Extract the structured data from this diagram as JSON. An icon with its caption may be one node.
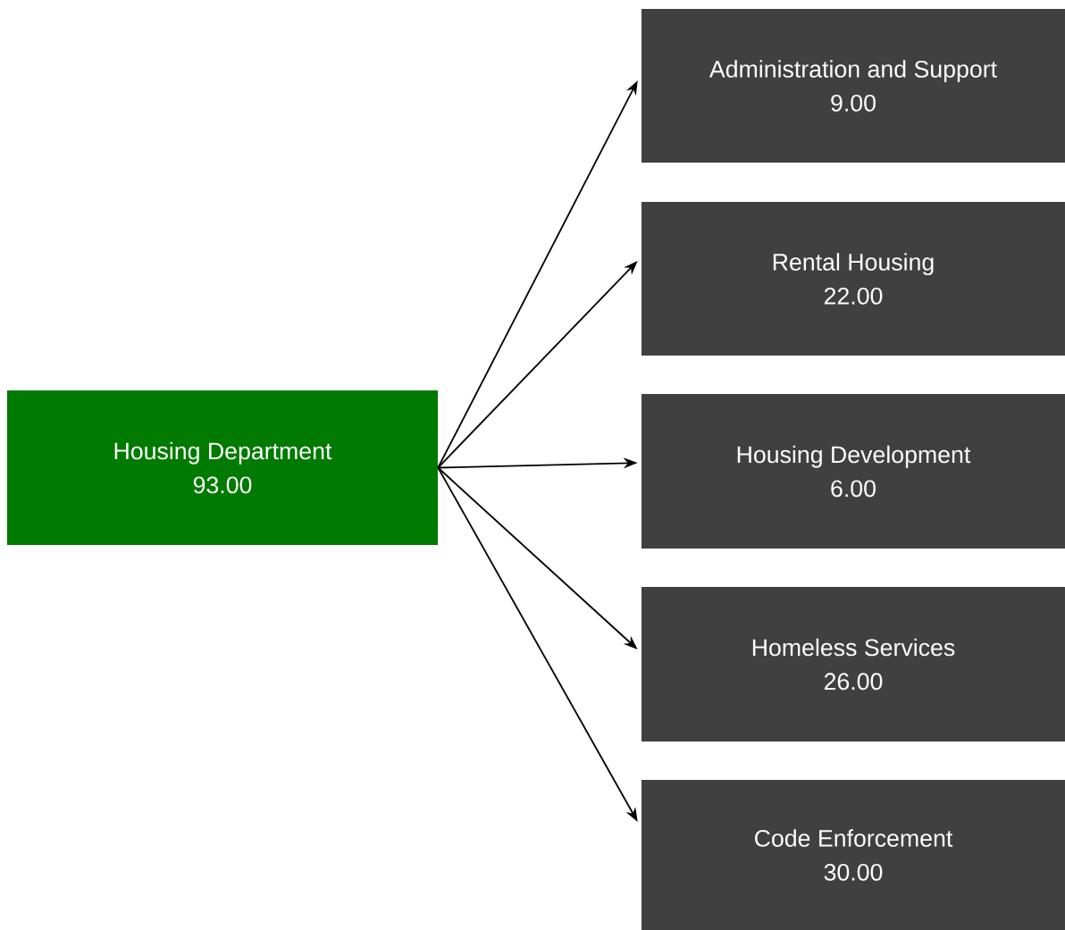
{
  "diagram": {
    "nodes": [
      {
        "text": [
          "Housing Department",
          "93.00"
        ]
      },
      {
        "text": [
          "Administration and Support",
          "9.00"
        ]
      },
      {
        "text": [
          "Rental Housing",
          "22.00"
        ]
      },
      {
        "text": [
          "Housing Development",
          "6.00"
        ]
      },
      {
        "text": [
          "Homeless Services",
          "26.00"
        ]
      },
      {
        "text": [
          "Code Enforcement",
          "30.00"
        ]
      }
    ],
    "edges": [
      {
        "from": 0,
        "to": 1,
        "arrow": "to"
      },
      {
        "from": 0,
        "to": 2,
        "arrow": "to"
      },
      {
        "from": 0,
        "to": 3,
        "arrow": "to"
      },
      {
        "from": 0,
        "to": 4,
        "arrow": "to"
      },
      {
        "from": 0,
        "to": 5,
        "arrow": "to"
      }
    ]
  }
}
